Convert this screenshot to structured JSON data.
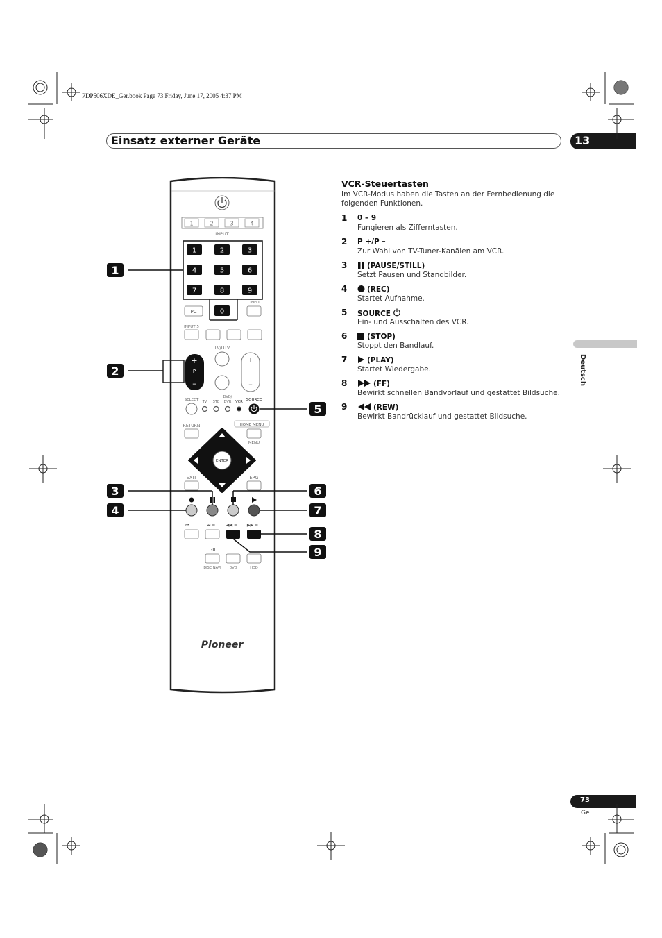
{
  "file_info": "PDP506XDE_Ger.book  Page 73  Friday, June 17, 2005  4:37 PM",
  "header": {
    "title": "Einsatz externer Geräte",
    "chapter": "13"
  },
  "sidebar": {
    "language": "Deutsch"
  },
  "footer": {
    "page": "73",
    "lang_code": "Ge"
  },
  "section": {
    "title": "VCR-Steuertasten",
    "intro": "Im VCR-Modus haben die Tasten an der Fernbedienung die folgenden Funktionen.",
    "items": [
      {
        "num": "1",
        "icon": "",
        "name": "0 – 9",
        "desc": "Fungieren als Zifferntasten."
      },
      {
        "num": "2",
        "icon": "",
        "name": "P +/P –",
        "desc": "Zur Wahl von TV-Tuner-Kanälen am VCR."
      },
      {
        "num": "3",
        "icon": "pause-icon",
        "name": "(PAUSE/STILL)",
        "desc": "Setzt Pausen und Standbilder."
      },
      {
        "num": "4",
        "icon": "record-icon",
        "name": "(REC)",
        "desc": "Startet Aufnahme."
      },
      {
        "num": "5",
        "icon": "power-icon",
        "name": "SOURCE",
        "desc": "Ein- und Ausschalten des VCR."
      },
      {
        "num": "6",
        "icon": "stop-icon",
        "name": "(STOP)",
        "desc": "Stoppt den Bandlauf."
      },
      {
        "num": "7",
        "icon": "play-icon",
        "name": "(PLAY)",
        "desc": "Startet Wiedergabe."
      },
      {
        "num": "8",
        "icon": "fast-forward-icon",
        "name": "(FF)",
        "desc": "Bewirkt schnellen Bandvorlauf und gestattet Bildsuche."
      },
      {
        "num": "9",
        "icon": "rewind-icon",
        "name": "(REW)",
        "desc": "Bewirkt Bandrücklauf und gestattet Bildsuche."
      }
    ]
  },
  "remote": {
    "input_label": "INPUT",
    "input_buttons": [
      "1",
      "2",
      "3",
      "4"
    ],
    "number_keys": [
      "1",
      "2",
      "3",
      "4",
      "5",
      "6",
      "7",
      "8",
      "9",
      "0"
    ],
    "pc": "PC",
    "info": "INFO",
    "input5": "INPUT 5",
    "tv_dtv": "TV/DTV",
    "p_label": "P",
    "select": "SELECT",
    "modes": [
      "TV",
      "STB",
      "DVD/ DVR",
      "VCR"
    ],
    "source": "SOURCE",
    "return": "RETURN",
    "home_menu": "HOME MENU",
    "menu": "MENU",
    "enter": "ENTER",
    "exit": "EXIT",
    "epg": "EPG",
    "audio": "I-II",
    "disc_navi": "DISC NAVI",
    "dvd": "DVD",
    "hdd": "HDD",
    "brand": "Pioneer",
    "callouts": [
      "1",
      "2",
      "3",
      "4",
      "5",
      "6",
      "7",
      "8",
      "9"
    ]
  },
  "colors": {
    "badge": "#1a1a1a",
    "tab": "#c8c8c8",
    "callout": "#111111"
  }
}
